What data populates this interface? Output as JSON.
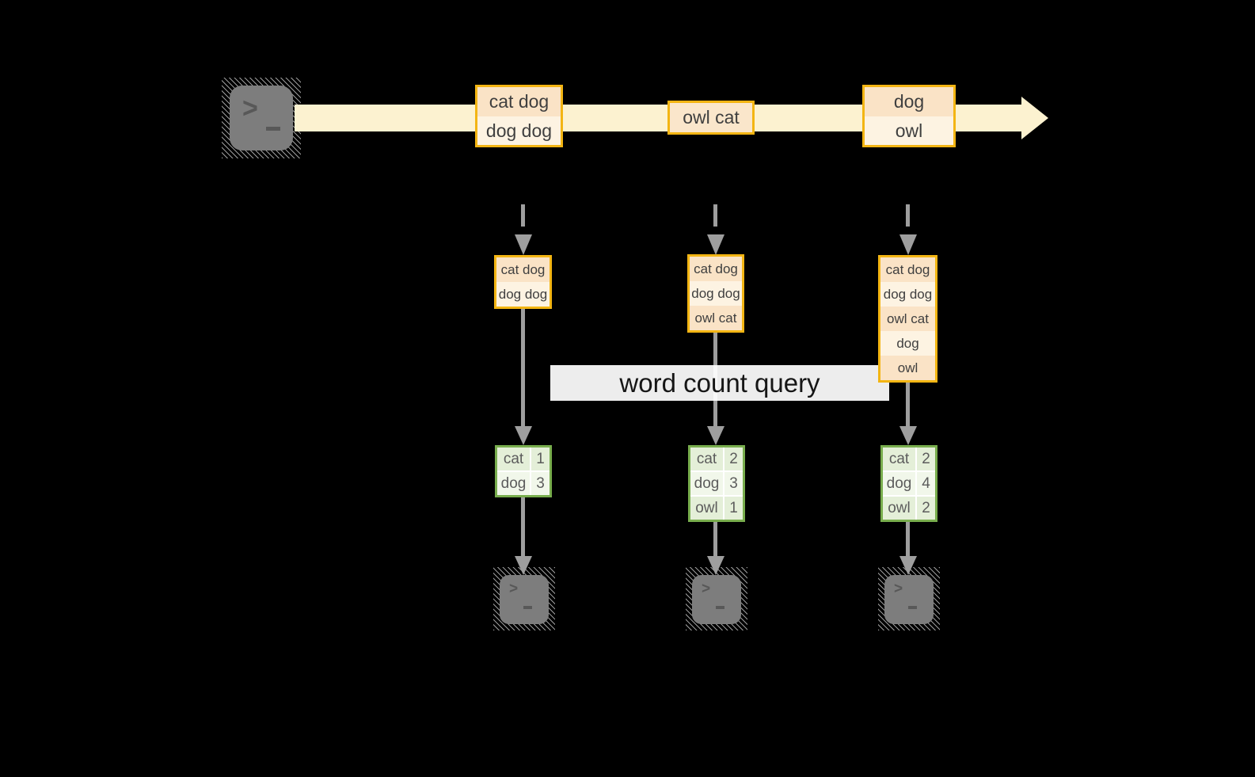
{
  "icons": {
    "prompt": ">"
  },
  "stream": {
    "batches": [
      {
        "rows": [
          "cat dog",
          "dog dog"
        ]
      },
      {
        "rows": [
          "owl cat"
        ]
      },
      {
        "rows": [
          "dog",
          "owl"
        ]
      }
    ]
  },
  "query": {
    "label": "word count query"
  },
  "workers": [
    {
      "received": [
        "cat dog",
        "dog dog"
      ],
      "counts": [
        [
          "cat",
          "1"
        ],
        [
          "dog",
          "3"
        ]
      ]
    },
    {
      "received": [
        "cat dog",
        "dog dog",
        "owl cat"
      ],
      "counts": [
        [
          "cat",
          "2"
        ],
        [
          "dog",
          "3"
        ],
        [
          "owl",
          "1"
        ]
      ]
    },
    {
      "received": [
        "cat dog",
        "dog dog",
        "owl cat",
        "dog",
        "owl"
      ],
      "counts": [
        [
          "cat",
          "2"
        ],
        [
          "dog",
          "4"
        ],
        [
          "owl",
          "2"
        ]
      ]
    }
  ],
  "colors": {
    "amber_border": "#F3B513",
    "peach_fill": "#FAE3C6",
    "cream_fill": "#FDF3E2",
    "single_fill": "#FAE6CB",
    "stream_band": "#FCF2D0",
    "green_border": "#78AD4D",
    "green_cell_dark": "#E4EFD8",
    "green_cell_light": "#F1F7EA",
    "connector_gray": "#9E9E9E",
    "terminal_gray": "#7D7D7D",
    "query_band": "#FFFFFF"
  }
}
